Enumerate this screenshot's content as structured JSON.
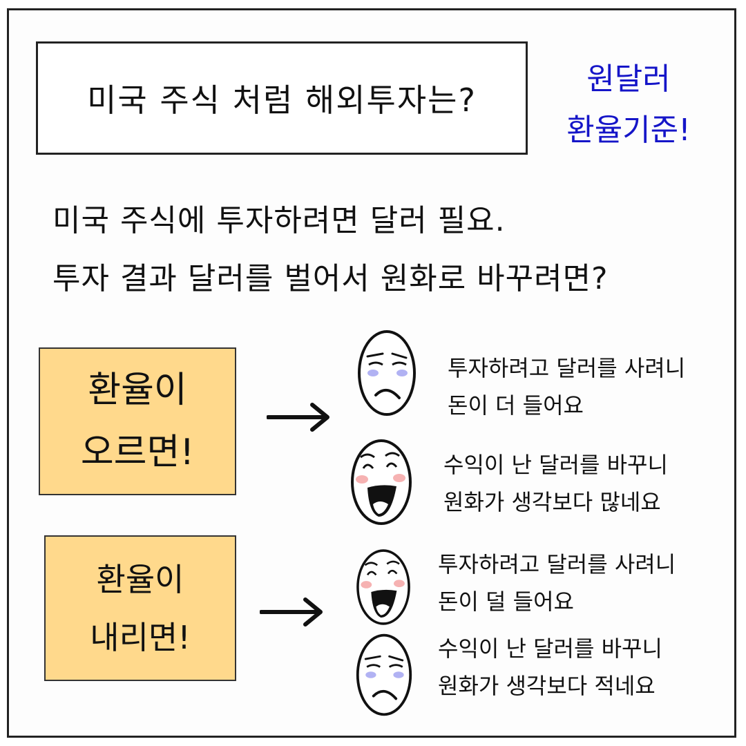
{
  "title": "미국 주식 처럼 해외투자는?",
  "side_note": {
    "line1": "원달러",
    "line2": "환율기준!",
    "color": "#1515c8"
  },
  "intro": {
    "line1": "미국 주식에 투자하려면 달러 필요.",
    "line2": "투자 결과 달러를 벌어서 원화로 바꾸려면?"
  },
  "rate_up": {
    "label_line1": "환율이",
    "label_line2": "오르면!",
    "note_color": "#ffd98c",
    "outcomes": [
      {
        "face": "sad-face-icon",
        "line1": "투자하려고 달러를 사려니",
        "line2": "돈이 더 들어요"
      },
      {
        "face": "happy-face-icon",
        "line1": "수익이 난 달러를 바꾸니",
        "line2": "원화가 생각보다 많네요"
      }
    ]
  },
  "rate_down": {
    "label_line1": "환율이",
    "label_line2": "내리면!",
    "note_color": "#ffd98c",
    "outcomes": [
      {
        "face": "happy-face-icon",
        "line1": "투자하려고 달러를 사려니",
        "line2": "돈이 덜 들어요"
      },
      {
        "face": "sad-face-icon",
        "line1": "수익이 난 달러를 바꾸니",
        "line2": "원화가 생각보다 적네요"
      }
    ]
  }
}
